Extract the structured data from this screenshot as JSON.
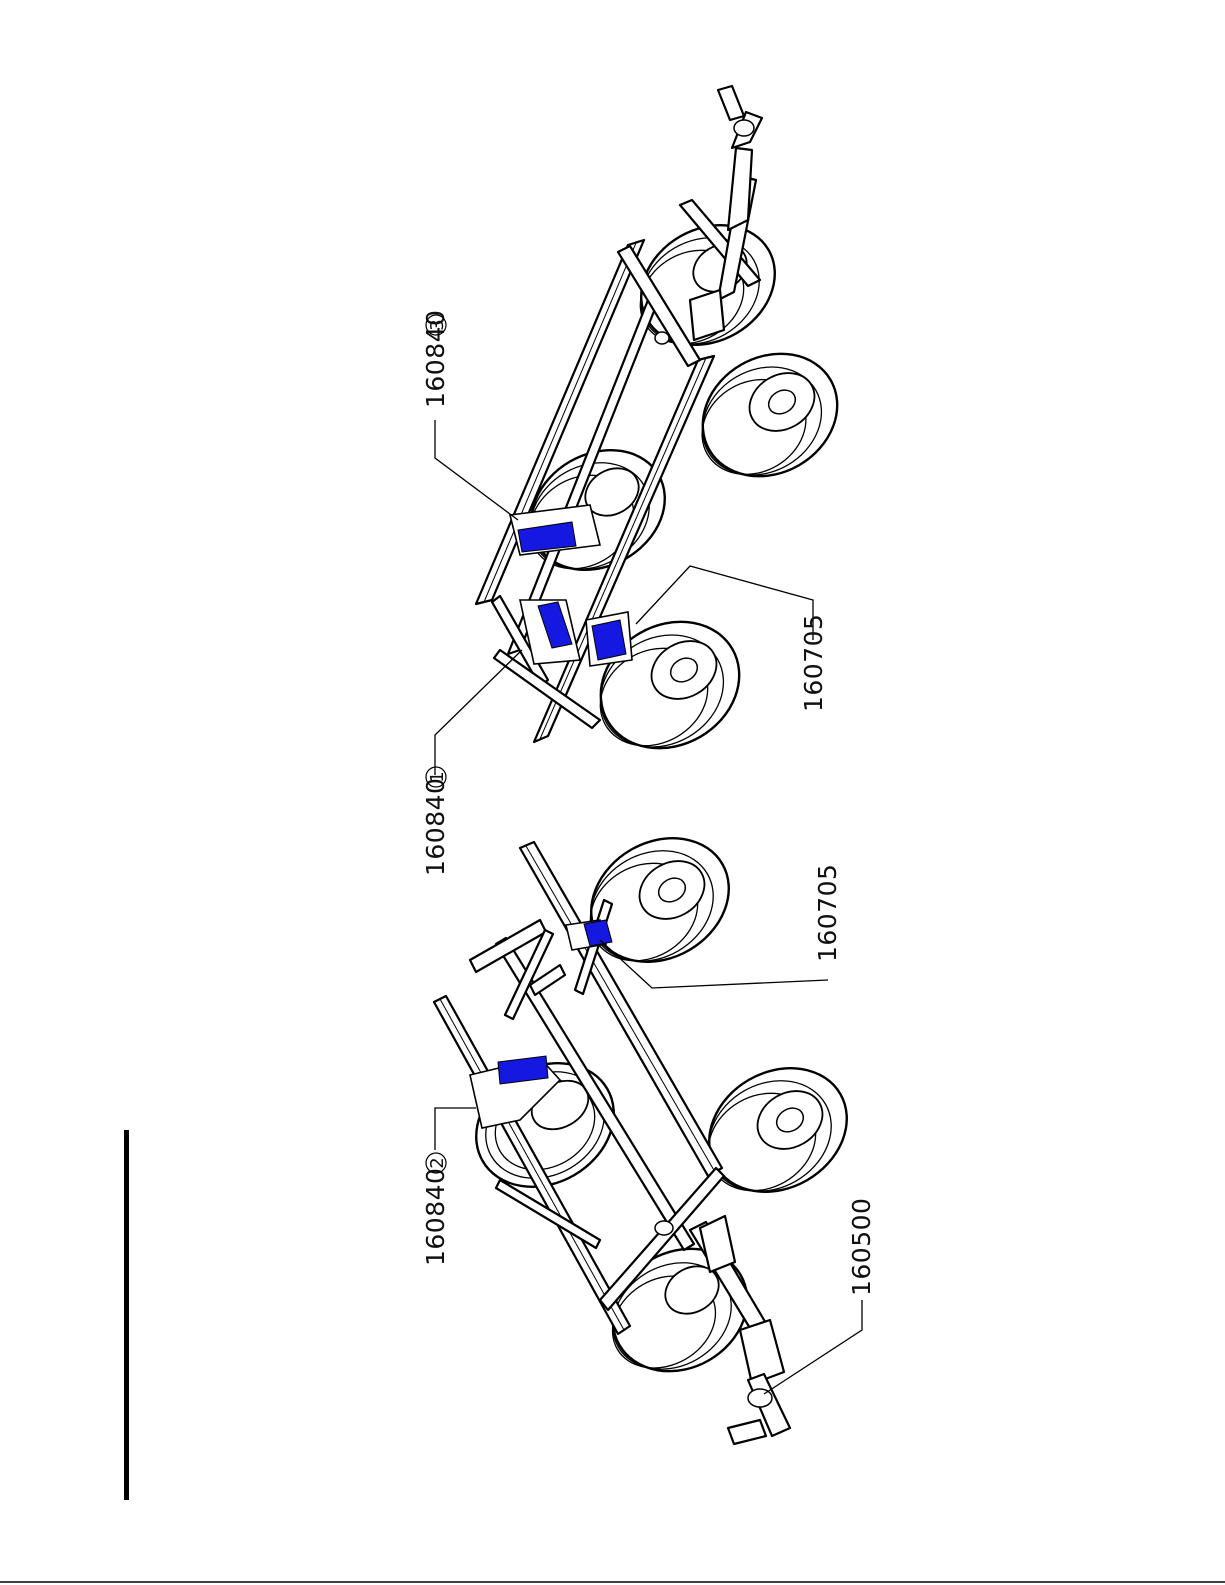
{
  "labels": {
    "left_top": "160840",
    "left_top_circle": "2",
    "left_mid": "160705",
    "left_bottom": "160500",
    "right_bottom": "160840",
    "right_bottom_circle": "1",
    "right_mid": "160705",
    "right_top": "160840",
    "right_top_circle": "3"
  },
  "colors": {
    "highlight": "#1418e0",
    "line": "#000000",
    "background": "#ffffff"
  }
}
